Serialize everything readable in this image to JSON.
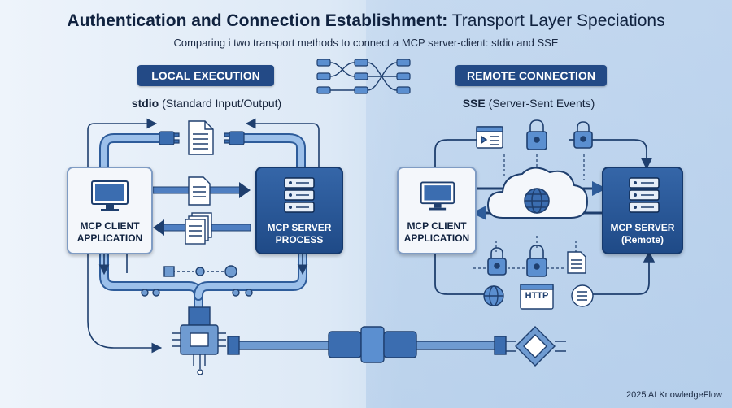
{
  "title": {
    "bold": "Authentication and Connection Establishment:",
    "rest": " Transport Layer Speciations"
  },
  "subtitle": "Comparing i two transport methods to connect a MCP server-client: stdio and SSE",
  "left": {
    "header": "LOCAL EXECUTION",
    "protocol_bold": "stdio",
    "protocol_rest": " (Standard Input/Output)",
    "client": {
      "line1": "MCP CLIENT",
      "line2": "APPLICATION"
    },
    "server": {
      "line1": "MCP SERVER",
      "line2": "PROCESS"
    }
  },
  "right": {
    "header": "REMOTE CONNECTION",
    "protocol_bold": "SSE",
    "protocol_rest": " (Server-Sent Events)",
    "client": {
      "line1": "MCP CLIENT",
      "line2": "APPLICATION"
    },
    "server": {
      "line1": "MCP SERVER",
      "line2": "(Remote)"
    },
    "http_label": "HTTP"
  },
  "footer": "2025 AI KnowledgeFlow",
  "colors": {
    "navy": "#234a86",
    "pipe": "#6f9bd1",
    "pipe_dark": "#2e5c9a",
    "light_box": "#f4f7fb"
  },
  "icons": [
    "monitor-icon",
    "server-rack-icon",
    "plug-icon",
    "document-icon",
    "lock-icon",
    "cloud-icon",
    "globe-icon",
    "browser-window-icon",
    "list-icon",
    "network-switch-icon"
  ]
}
